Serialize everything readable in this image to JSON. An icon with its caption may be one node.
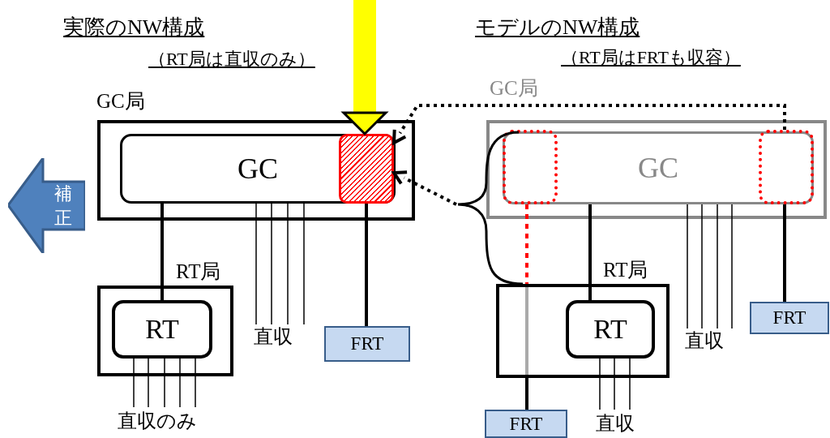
{
  "diagram": {
    "nodes": [
      {
        "text": [
          "GC局"
        ]
      },
      {
        "text": [
          "GC"
        ],
        "in": 0
      },
      {
        "text": [],
        "shape": "box",
        "in": 1
      },
      {
        "text": [
          "RT局"
        ]
      },
      {
        "text": [
          "RT"
        ],
        "in": 3
      },
      {
        "text": [
          "FRT"
        ]
      },
      {
        "text": [
          "GC局"
        ]
      },
      {
        "text": [
          "GC"
        ],
        "in": 6
      },
      {
        "text": [],
        "shape": "box",
        "in": 7
      },
      {
        "text": [],
        "shape": "box",
        "in": 7
      },
      {
        "text": [
          "RT局"
        ]
      },
      {
        "text": [
          "RT"
        ],
        "in": 10
      },
      {
        "text": [
          "FRT"
        ]
      },
      {
        "text": [
          "FRT"
        ]
      },
      {
        "text": [
          "補正"
        ]
      },
      {
        "text": [],
        "shape": "brace"
      },
      {
        "text": [
          "直収"
        ]
      },
      {
        "text": [
          "直収のみ"
        ]
      },
      {
        "text": [
          "直収"
        ]
      },
      {
        "text": [
          "直収"
        ]
      }
    ],
    "edges": [
      {
        "from": null,
        "to": 2,
        "arrow": "to",
        "style": "thick",
        "color": "#ffff00"
      },
      {
        "from": 1,
        "to": 4,
        "arrow": "none",
        "style": "thick"
      },
      {
        "from": 2,
        "to": 5,
        "arrow": "none",
        "style": "thick"
      },
      {
        "from": 15,
        "to": 2,
        "arrow": "to",
        "style": "dashed"
      },
      {
        "from": 9,
        "to": 2,
        "arrow": "to",
        "style": "dashed"
      },
      {
        "from": 7,
        "to": 11,
        "arrow": "none",
        "style": "thick"
      },
      {
        "from": 8,
        "to": 10,
        "arrow": "none",
        "style": "dashed",
        "color": "#ff0000"
      },
      {
        "from": 10,
        "to": 12,
        "arrow": "none",
        "style": "thick"
      },
      {
        "from": 9,
        "to": 13,
        "arrow": "none",
        "style": "thick"
      },
      {
        "from": 1,
        "to": 16,
        "arrow": "none"
      },
      {
        "from": 1,
        "to": 16,
        "arrow": "none"
      },
      {
        "from": 1,
        "to": 16,
        "arrow": "none"
      },
      {
        "from": 1,
        "to": 16,
        "arrow": "none"
      },
      {
        "from": 4,
        "to": 17,
        "arrow": "none"
      },
      {
        "from": 4,
        "to": 17,
        "arrow": "none"
      },
      {
        "from": 4,
        "to": 17,
        "arrow": "none"
      },
      {
        "from": 4,
        "to": 17,
        "arrow": "none"
      },
      {
        "from": 4,
        "to": 17,
        "arrow": "none"
      },
      {
        "from": 7,
        "to": 18,
        "arrow": "none"
      },
      {
        "from": 7,
        "to": 18,
        "arrow": "none"
      },
      {
        "from": 7,
        "to": 18,
        "arrow": "none"
      },
      {
        "from": 7,
        "to": 18,
        "arrow": "none"
      },
      {
        "from": 11,
        "to": 19,
        "arrow": "none"
      },
      {
        "from": 11,
        "to": 19,
        "arrow": "none"
      },
      {
        "from": 11,
        "to": 19,
        "arrow": "none"
      }
    ],
    "labels": [
      "実際のNW構成",
      "（RT局は直収のみ）",
      "モデルのNW構成",
      "（RT局はFRTも収容）"
    ]
  }
}
